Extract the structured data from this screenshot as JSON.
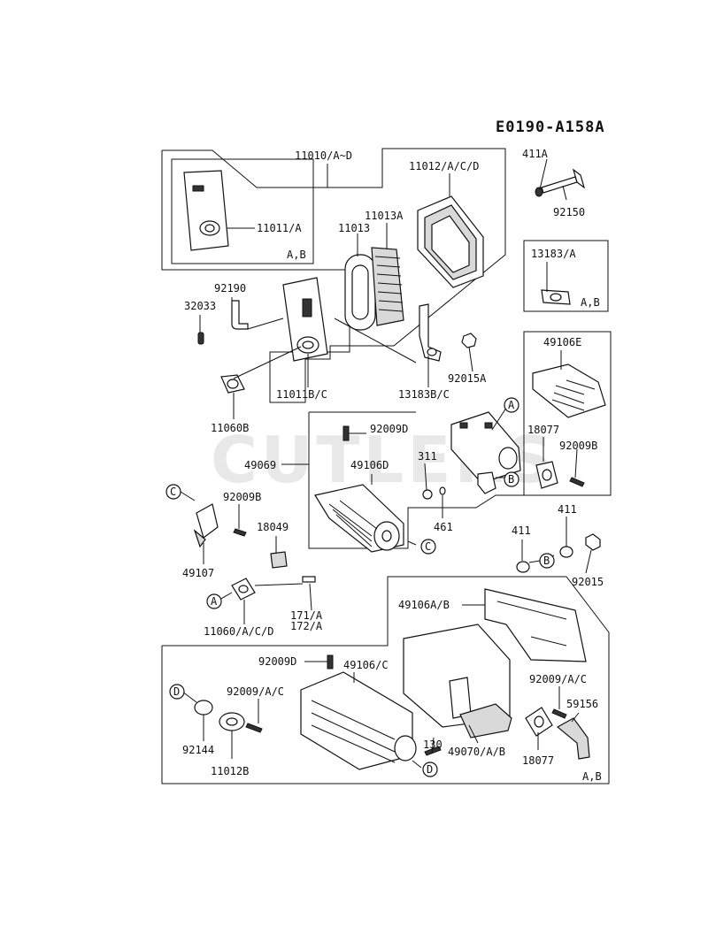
{
  "diagram": {
    "code": "E0190-A158A",
    "watermark": "CUTLERS",
    "parts": {
      "p11010": "11010/A~D",
      "p11012": "11012/A/C/D",
      "p411A": "411A",
      "p92150": "92150",
      "p11013A": "11013A",
      "p11013": "11013",
      "p11011A": "11011/A",
      "pAB1": "A,B",
      "p13183A": "13183/A",
      "pAB2": "A,B",
      "p92190": "92190",
      "p32033": "32033",
      "p49106E": "49106E",
      "p92015A": "92015A",
      "p13183BC": "13183B/C",
      "p11011BC": "11011B/C",
      "p11060B": "11060B",
      "p92009D_top": "92009D",
      "p18077_top": "18077",
      "p92009B_right": "92009B",
      "p49069": "49069",
      "p49106D": "49106D",
      "p311": "311",
      "p461": "461",
      "p92009B_left": "92009B",
      "p18049": "18049",
      "p49107": "49107",
      "p411_a": "411",
      "p411_b": "411",
      "p92015": "92015",
      "p171": "171/A",
      "p172": "172/A",
      "p11060ACD": "11060/A/C/D",
      "p49106AB": "49106A/B",
      "p92009D_bot": "92009D",
      "p49106C": "49106/C",
      "p92009AC_left": "92009/A/C",
      "p92009AC_right": "92009/A/C",
      "p59156": "59156",
      "p130": "130",
      "p49070": "49070/A/B",
      "p92144": "92144",
      "p11012B": "11012B",
      "p18077_bot": "18077",
      "pAB3": "A,B"
    },
    "callouts": {
      "A": "A",
      "B": "B",
      "C": "C",
      "D": "D"
    }
  }
}
